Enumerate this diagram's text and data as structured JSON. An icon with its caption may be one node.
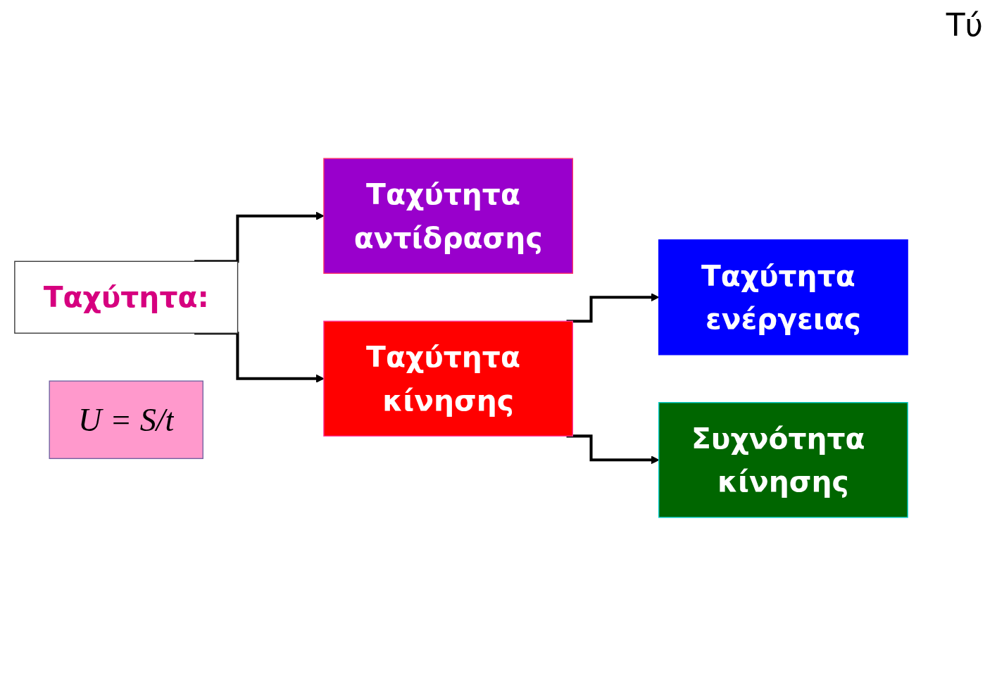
{
  "diagram": {
    "nodes": [
      {
        "text": [
          "Ταχύτητα:"
        ]
      },
      {
        "text": [
          "U = S/t"
        ]
      },
      {
        "text": [
          "Ταχύτητα αντίδρασης"
        ]
      },
      {
        "text": [
          "Ταχύτητα κίνησης"
        ]
      },
      {
        "text": [
          "Ταχύτητα ενέργειας"
        ]
      },
      {
        "text": [
          "Συχνότητα κίνησης"
        ]
      }
    ],
    "edges": [
      {
        "from": 0,
        "to": 2,
        "arrow": "to"
      },
      {
        "from": 0,
        "to": 3,
        "arrow": "to"
      },
      {
        "from": 3,
        "to": 4,
        "arrow": "to"
      },
      {
        "from": 3,
        "to": 5,
        "arrow": "to"
      }
    ],
    "labels": [
      "Τύ"
    ]
  }
}
